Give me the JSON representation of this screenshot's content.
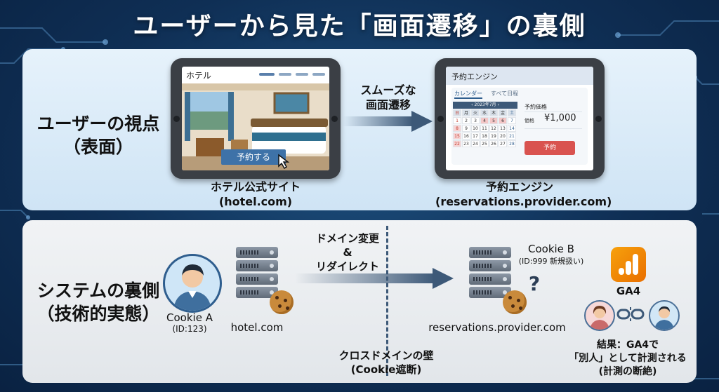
{
  "title": "ユーザーから見た「画面遷移」の裏側",
  "top": {
    "section_title": [
      "ユーザーの視点",
      "（表面）"
    ],
    "left_device": {
      "site_name": "ホテル",
      "button": "予約する",
      "caption": [
        "ホテル公式サイト",
        "(hotel.com)"
      ]
    },
    "arrow_label": [
      "スムーズな",
      "画面遷移"
    ],
    "right_device": {
      "header": "予約エンジン",
      "tabs": [
        "カレンダー",
        "すべて日程"
      ],
      "calendar_month": "2023年7月",
      "weekdays": [
        "日",
        "月",
        "火",
        "水",
        "木",
        "金",
        "土"
      ],
      "days": [
        "1",
        "2",
        "3",
        "4",
        "5",
        "6",
        "7",
        "8",
        "9",
        "10",
        "11",
        "12",
        "13",
        "14",
        "15",
        "16",
        "17",
        "18",
        "19",
        "20",
        "21",
        "22",
        "23",
        "24",
        "25",
        "26",
        "27",
        "28"
      ],
      "price_label": "予約価格",
      "price_row_label": "価格",
      "price_value": "¥1,000",
      "book_button": "予約",
      "caption": [
        "予約エンジン",
        "(reservations.provider.com)"
      ]
    }
  },
  "bottom": {
    "section_title": [
      "システムの裏側",
      "（技術的実態）"
    ],
    "cookie_a": [
      "Cookie A",
      "(ID:123)"
    ],
    "hotel_server_label": "hotel.com",
    "arrow_label": [
      "ドメイン変更",
      "&",
      "リダイレクト"
    ],
    "wall_label": [
      "クロスドメインの壁",
      "(Cookie遮断)"
    ],
    "cookie_b": [
      "Cookie B",
      "(ID:999 新規扱い)"
    ],
    "provider_server_label": "reservations.provider.com",
    "question_mark": "?",
    "ga4_label": "GA4",
    "result": [
      "結果：GA4で",
      "「別人」として計測される",
      "(計測の断絶)"
    ]
  }
}
